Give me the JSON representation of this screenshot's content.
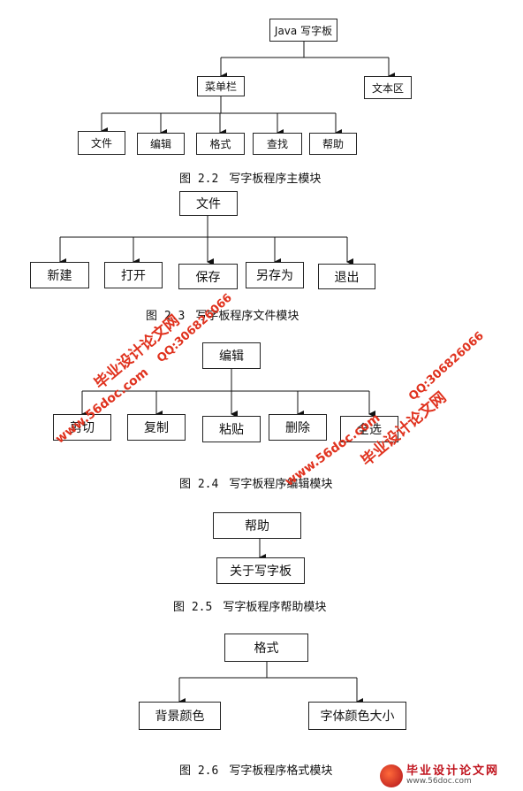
{
  "figure1": {
    "root": "Java 写字板",
    "menubar": "菜单栏",
    "textarea": "文本区",
    "items": [
      "文件",
      "编辑",
      "格式",
      "查找",
      "帮助"
    ],
    "caption_num": "图 2.2",
    "caption_text": "写字板程序主模块"
  },
  "figure2": {
    "root": "文件",
    "items": [
      "新建",
      "打开",
      "保存",
      "另存为",
      "退出"
    ],
    "caption_num": "图 2.3",
    "caption_text": "写字板程序文件模块"
  },
  "figure3": {
    "root": "编辑",
    "items": [
      "剪切",
      "复制",
      "粘贴",
      "删除",
      "全选"
    ],
    "caption_num": "图 2.4",
    "caption_text": "写字板程序编辑模块"
  },
  "figure4": {
    "root": "帮助",
    "item": "关于写字板",
    "caption_num": "图 2.5",
    "caption_text": "写字板程序帮助模块"
  },
  "figure5": {
    "root": "格式",
    "items": [
      "背景颜色",
      "字体颜色大小"
    ],
    "caption_num": "图 2.6",
    "caption_text": "写字板程序格式模块"
  },
  "watermark": {
    "site_name": "毕业设计论文网",
    "url": "www.56doc.com",
    "qq": "QQ:306826066",
    "logo_url": "www.56doc.com"
  }
}
